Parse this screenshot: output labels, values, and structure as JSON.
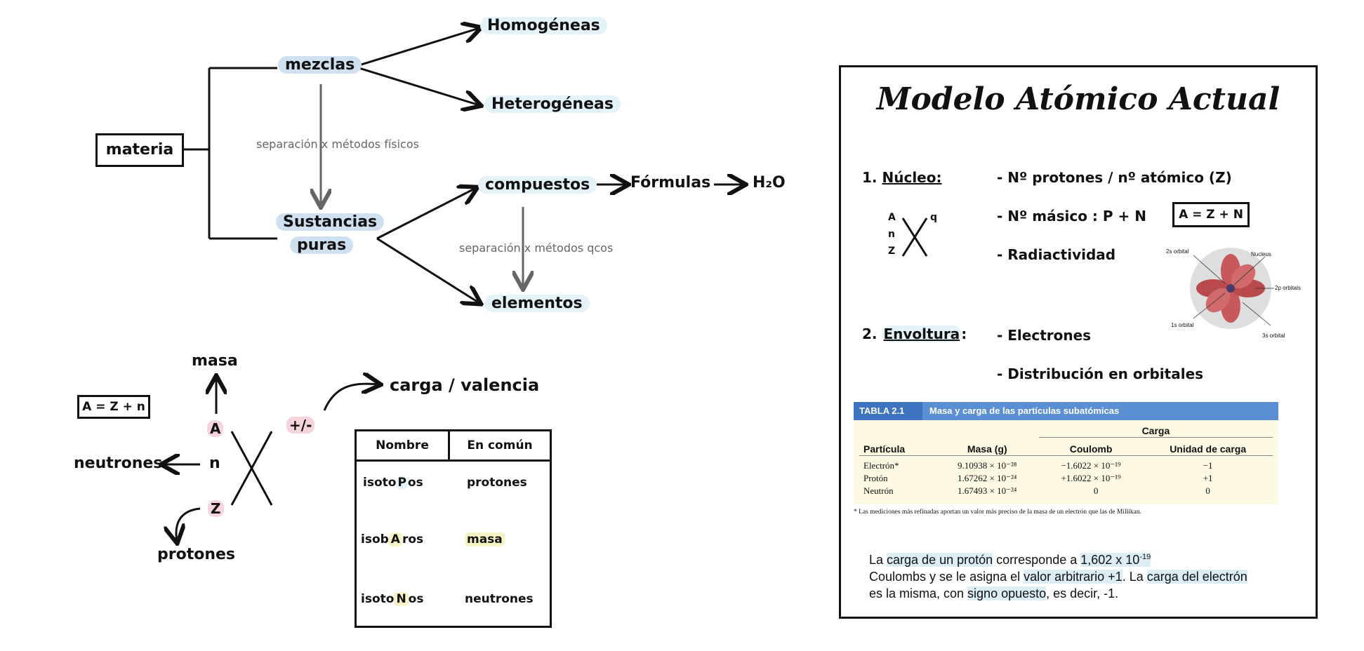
{
  "concept_map": {
    "materia": "materia",
    "mezclas": "mezclas",
    "homogeneas": "Homogéneas",
    "heterogeneas": "Heterogéneas",
    "separacion_fisicos": "separación x métodos físicos",
    "sustancias": "Sustancias",
    "puras": "puras",
    "compuestos": "compuestos",
    "formulas": "Fórmulas",
    "h2o": "H₂O",
    "separacion_quimicos": "separación x métodos qcos",
    "elementos": "elementos"
  },
  "atom_notation": {
    "formula_box": "A = Z + n",
    "masa": "masa",
    "A": "A",
    "n": "n",
    "Z": "Z",
    "neutrones": "neutrones",
    "protones": "protones",
    "sign": "+/-",
    "carga": "carga / valencia"
  },
  "iso_table": {
    "headers": [
      "Nombre",
      "En común"
    ],
    "rows": [
      {
        "pre": "isoto",
        "letter": "P",
        "post": "os",
        "common": "protones"
      },
      {
        "pre": "isob",
        "letter": "A",
        "post": "ros",
        "common": "masa"
      },
      {
        "pre": "isoto",
        "letter": "N",
        "post": "os",
        "common": "neutrones"
      }
    ]
  },
  "card": {
    "title": "Modelo Atómico Actual",
    "nucleo": {
      "label_num": "1.",
      "label": "Núcleo:",
      "items": [
        "- Nº protones / nº atómico (Z)",
        "- Nº másico : P + N",
        "- Radiactividad"
      ],
      "box": "A = Z + N",
      "notation": {
        "A": "A",
        "n": "n",
        "Z": "Z",
        "q": "q"
      }
    },
    "orbital_diagram": {
      "labels": [
        "2s orbital",
        "Nucleus",
        "2p orbitals",
        "1s orbital",
        "3s orbital"
      ]
    },
    "envoltura": {
      "label_num": "2.",
      "label": "Envoltura",
      "items": [
        "- Electrones",
        "- Distribución en orbitales"
      ]
    },
    "table": {
      "tag": "TABLA 2.1",
      "caption": "Masa y carga de las partículas subatómicas",
      "group_header": "Carga",
      "columns": [
        "Partícula",
        "Masa (g)",
        "Coulomb",
        "Unidad de carga"
      ],
      "rows": [
        [
          "Electrón*",
          "9.10938 × 10⁻²⁸",
          "−1.6022 × 10⁻¹⁹",
          "−1"
        ],
        [
          "Protón",
          "1.67262 × 10⁻²⁴",
          "+1.6022 × 10⁻¹⁹",
          "+1"
        ],
        [
          "Neutrón",
          "1.67493 × 10⁻²⁴",
          "0",
          "0"
        ]
      ],
      "footnote": "* Las mediciones más refinadas aportan un valor más preciso de la masa de un electrón que las de Millikan."
    },
    "paragraph": {
      "p1": "La ",
      "p2": "carga de un protón",
      "p3": " corresponde a ",
      "p4": "1,602 x 10",
      "p4sup": "-19",
      "p5": "Coulombs",
      "p6": " y se le asigna el ",
      "p7": "valor arbitrario +1",
      "p8": ". La ",
      "p9": "carga del electrón",
      "p10": " es la misma, con ",
      "p11": "signo opuesto",
      "p12": ", es decir, -1."
    }
  },
  "colors": {
    "highlight_blue": "#cfe0f0",
    "highlight_light_blue": "#e3f3f8",
    "highlight_pink": "#f6d4dc",
    "table_header_blue": "#5b8fd3",
    "table_body_yellow": "#fdf9e3"
  }
}
